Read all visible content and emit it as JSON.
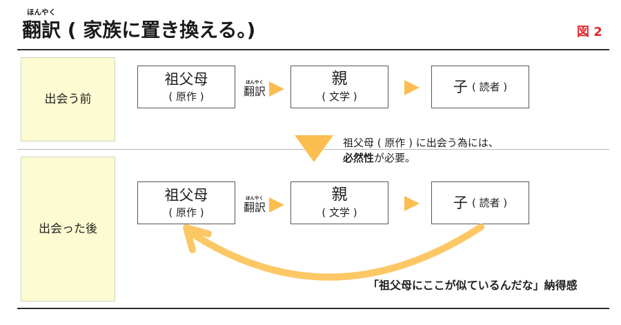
{
  "header": {
    "title": {
      "ruby": "ほんやく",
      "base": "翻訳",
      "rest": " ( 家族に置き換える。)"
    },
    "figure_label": "図 2"
  },
  "rows": [
    {
      "label": "出会う前",
      "nodes": [
        {
          "main": "祖父母",
          "sub": "( 原作 )"
        },
        {
          "main": "親",
          "sub": "( 文学 )"
        },
        {
          "main": "子",
          "sub": "( 読者 )"
        }
      ],
      "translation": {
        "ruby": "ほんやく",
        "label": "翻訳"
      }
    },
    {
      "label": "出会った後",
      "nodes": [
        {
          "main": "祖父母",
          "sub": "( 原作 )"
        },
        {
          "main": "親",
          "sub": "( 文学 )"
        },
        {
          "main": "子",
          "sub": "( 読者 )"
        }
      ],
      "translation": {
        "ruby": "ほんやく",
        "label": "翻訳"
      }
    }
  ],
  "transition_note": {
    "line1": "祖父母 ( 原作 ) に出会う為には、",
    "emphasis": "必然性",
    "line2_rest": "が必要。"
  },
  "feedback_caption": "「祖父母にここが似ているんだな」納得感",
  "colors": {
    "accent_orange": "#fbbd4f",
    "curve_arrow": "#fcc866",
    "stage_fill": "#fdfbd1",
    "figure_red": "#e3262b",
    "box_border": "#555555"
  },
  "icons": {
    "flow_arrow": "triangle-right-icon",
    "transition_arrow": "triangle-down-icon",
    "feedback_arrow": "curved-return-arrow-icon"
  }
}
